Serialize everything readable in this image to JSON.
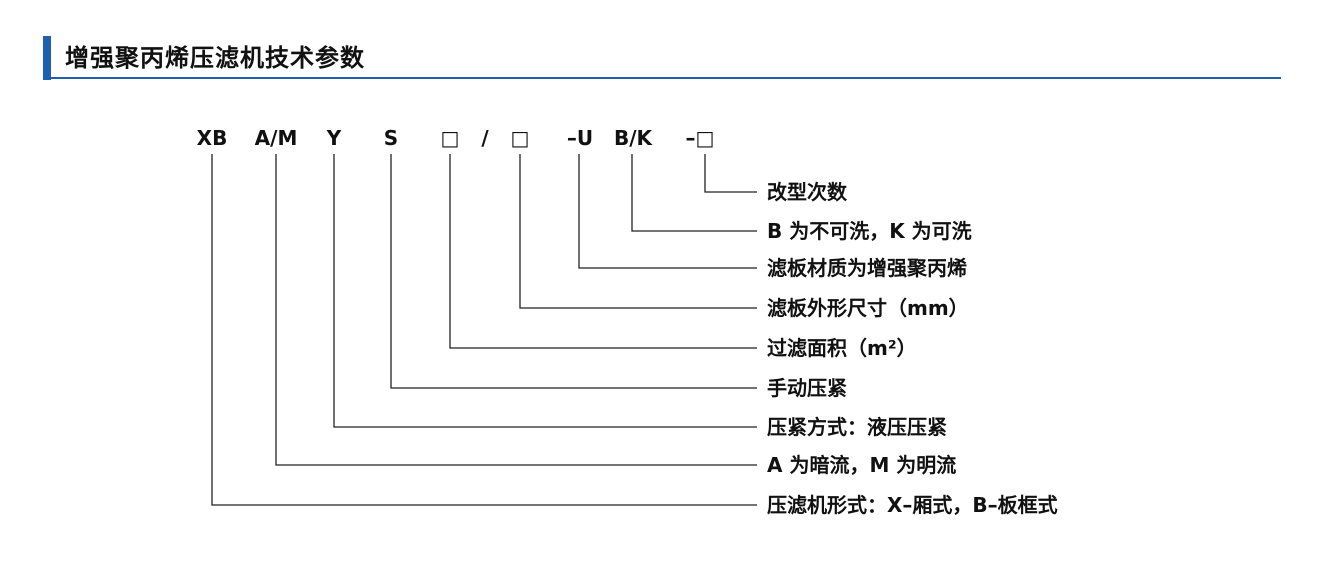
{
  "header": {
    "title": "增强聚丙烯压滤机技术参数"
  },
  "model_code": {
    "segments": [
      "XB",
      "A/M",
      "Y",
      "S",
      "□",
      "/",
      "□",
      "–U",
      "B/K",
      "–□"
    ]
  },
  "legend": {
    "items": [
      {
        "label": "改型次数",
        "segment": 9
      },
      {
        "label": "B 为不可洗，K 为可洗",
        "segment": 8
      },
      {
        "label": "滤板材质为增强聚丙烯",
        "segment": 7
      },
      {
        "label": "滤板外形尺寸（mm）",
        "segment": 6
      },
      {
        "label": "过滤面积（m²）",
        "segment": 4
      },
      {
        "label": "手动压紧",
        "segment": 3
      },
      {
        "label": "压紧方式：液压压紧",
        "segment": 2
      },
      {
        "label": "A 为暗流，M 为明流",
        "segment": 1
      },
      {
        "label": "压滤机形式：X–厢式，B–板框式",
        "segment": 0
      }
    ]
  }
}
